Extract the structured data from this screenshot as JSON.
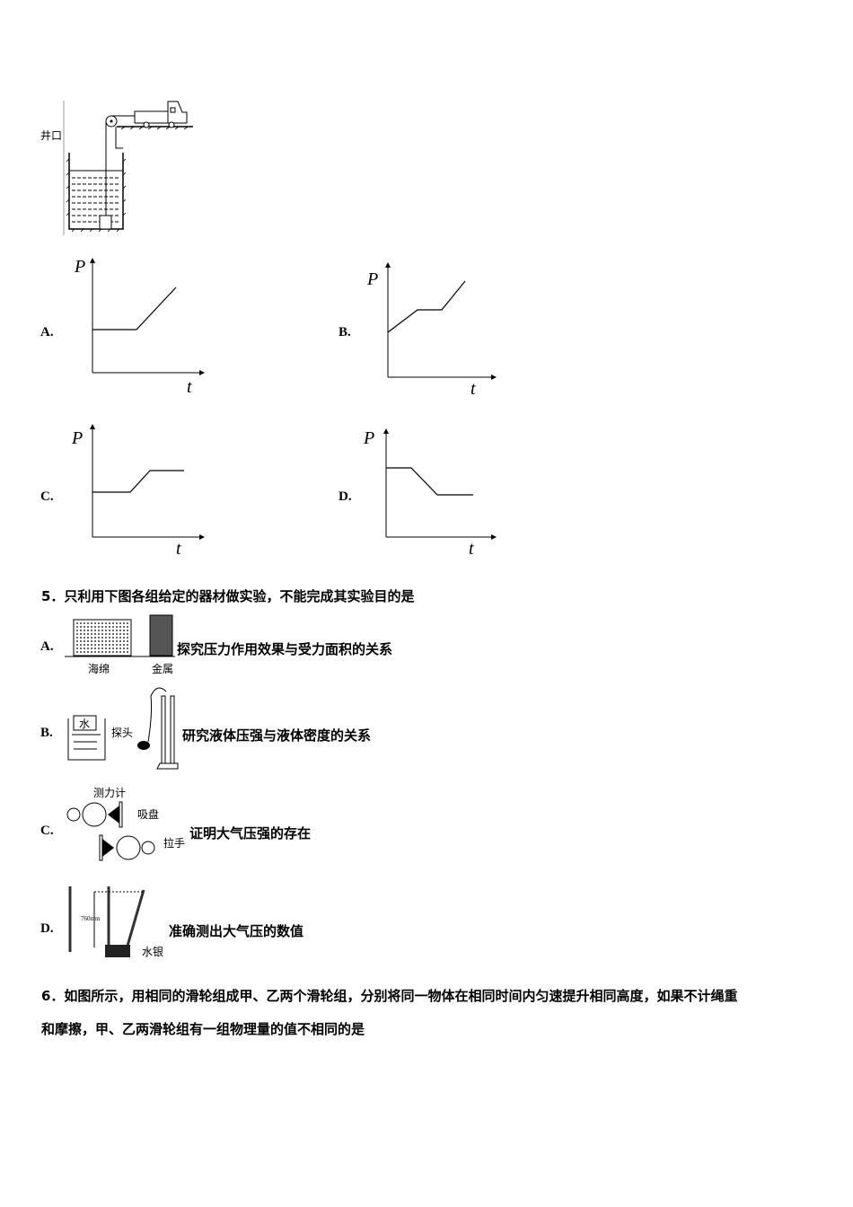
{
  "figure_top": {
    "well_label": "井口"
  },
  "q4_options": [
    {
      "label": "A.",
      "axis_y": "P",
      "axis_x": "t"
    },
    {
      "label": "B.",
      "axis_y": "P",
      "axis_x": "t"
    },
    {
      "label": "C.",
      "axis_y": "P",
      "axis_x": "t"
    },
    {
      "label": "D.",
      "axis_y": "P",
      "axis_x": "t"
    }
  ],
  "q5": {
    "stem": "5．只利用下图各组给定的器材做实验，不能完成其实验目的是",
    "options": [
      {
        "label": "A.",
        "text": "探究压力作用效果与受力面积的关系",
        "figure_labels": [
          "海绵",
          "金属"
        ]
      },
      {
        "label": "B.",
        "text": "研究液体压强与液体密度的关系",
        "figure_labels": [
          "水",
          "探头"
        ]
      },
      {
        "label": "C.",
        "text": "证明大气压强的存在",
        "figure_labels": [
          "测力计",
          "吸盘",
          "拉手"
        ]
      },
      {
        "label": "D.",
        "text": "准确测出大气压的数值",
        "figure_labels": [
          "760mm",
          "水银"
        ]
      }
    ]
  },
  "q6": {
    "line1": "6．如图所示，用相同的滑轮组成甲、乙两个滑轮组，分别将同一物体在相同时间内匀速提升相同高度，如果不计绳重",
    "line2": "和摩擦，甲、乙两滑轮组有一组物理量的值不相同的是"
  }
}
